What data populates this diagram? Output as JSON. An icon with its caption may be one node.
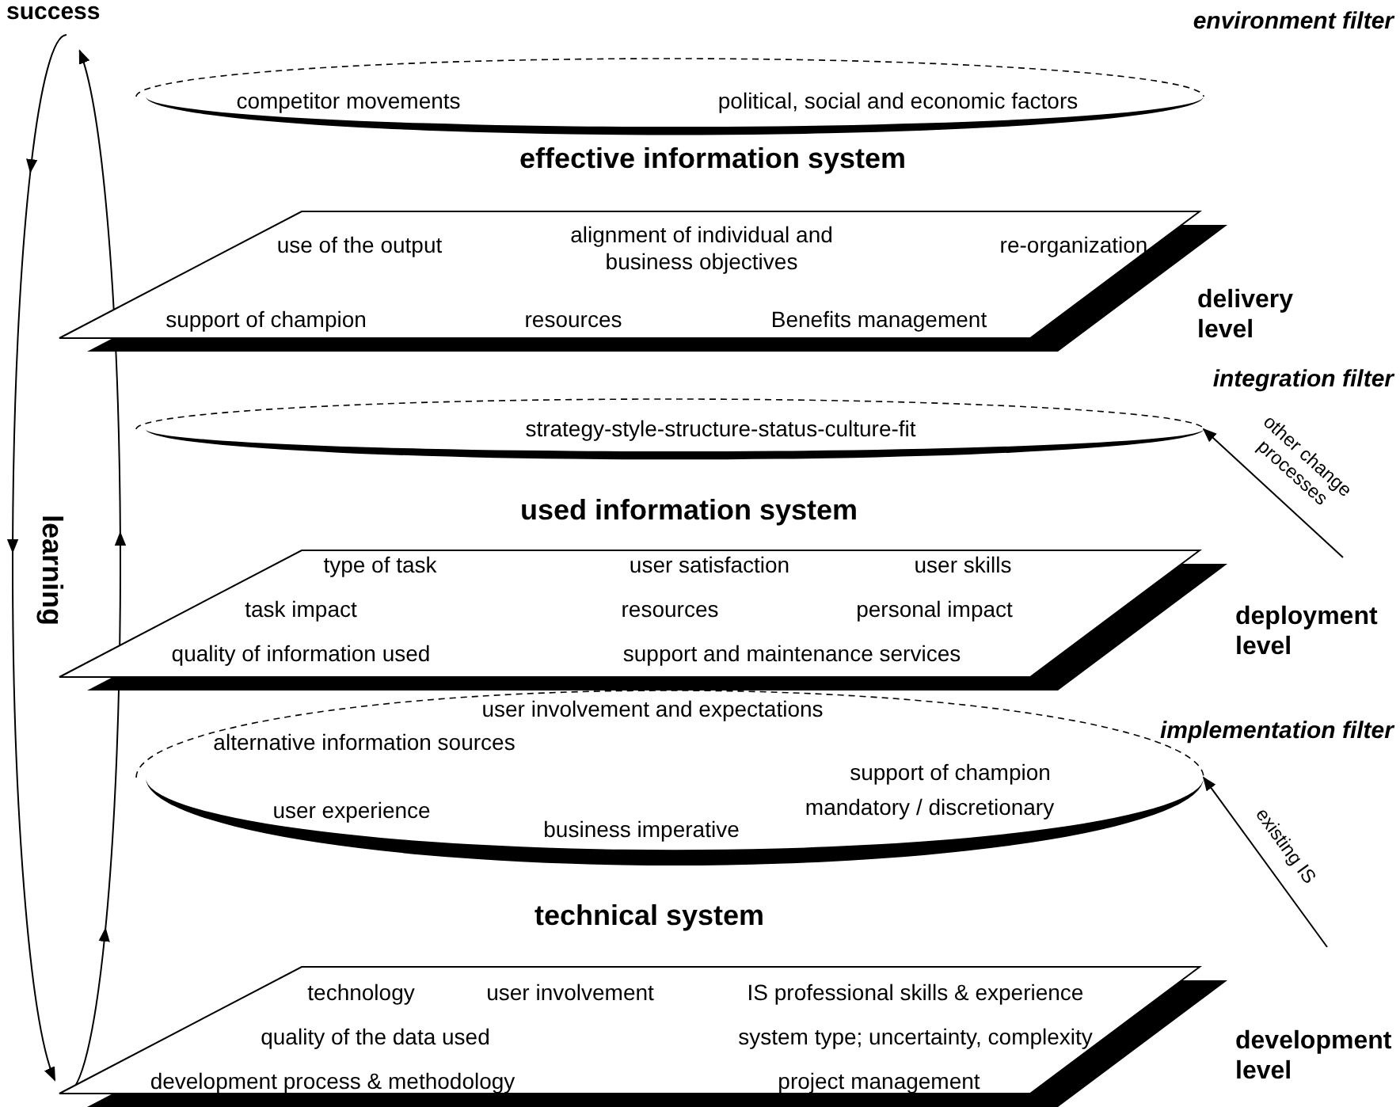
{
  "diagram": {
    "nodes": [
      {
        "text": [
          "success"
        ]
      },
      {
        "text": [
          "competitor movements",
          "political, social and economic factors"
        ],
        "beside": [
          "environment filter"
        ]
      },
      {
        "text": [
          "use of the output",
          "alignment of individual and business objectives",
          "re-organization",
          "support of champion",
          "resources",
          "Benefits management"
        ],
        "beside": [
          "delivery level"
        ]
      },
      {
        "text": [
          "strategy-style-structure-status-culture-fit"
        ],
        "beside": [
          "integration filter"
        ]
      },
      {
        "text": [
          "type of task",
          "user satisfaction",
          "user skills",
          "task impact",
          "resources",
          "personal impact",
          "quality of information used",
          "support and maintenance services"
        ],
        "beside": [
          "deployment level"
        ]
      },
      {
        "text": [
          "user involvement and expectations",
          "alternative information sources",
          "support of champion",
          "user experience",
          "business imperative",
          "mandatory / discretionary"
        ],
        "beside": [
          "implementation filter"
        ]
      },
      {
        "text": [
          "technology",
          "user involvement",
          "IS professional skills & experience",
          "quality of the data used",
          "system type; uncertainty, complexity",
          "development process & methodology",
          "project management"
        ],
        "beside": [
          "development level"
        ]
      }
    ],
    "edges": [
      {
        "from": 0,
        "to": 6,
        "arrow": "to"
      },
      {
        "from": 6,
        "to": 0,
        "arrow": "to"
      },
      {
        "from": null,
        "to": 3,
        "arrow": "to",
        "label": "other change processes"
      },
      {
        "from": null,
        "to": 5,
        "arrow": "to",
        "label": "existing IS"
      }
    ],
    "labels": [
      "effective information system",
      "used information system",
      "learning",
      "technical system"
    ]
  }
}
